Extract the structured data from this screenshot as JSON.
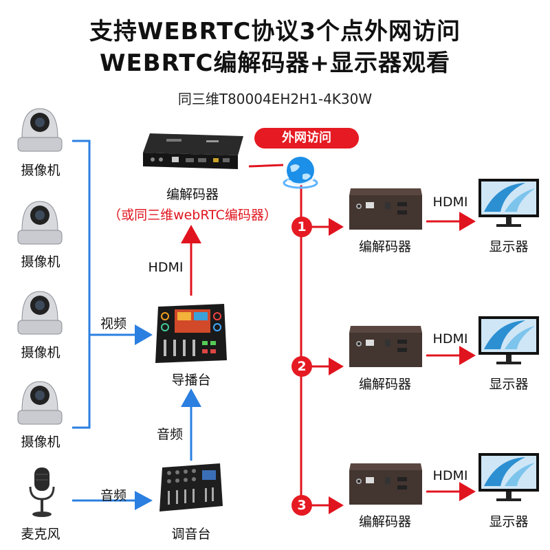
{
  "header": {
    "title_line1": "支持WEBRTC协议3个点外网访问",
    "title_line2": "WEBRTC编解码器+显示器观看",
    "model": "同三维T80004EH2H1-4K30W"
  },
  "cameras": [
    {
      "label": "摄像机"
    },
    {
      "label": "摄像机"
    },
    {
      "label": "摄像机"
    },
    {
      "label": "摄像机"
    }
  ],
  "microphone": {
    "label": "麦克风"
  },
  "links": {
    "video": "视频",
    "audio_mixer": "音频",
    "audio_switcher": "音频",
    "hdmi_up": "HDMI",
    "hdmi_out": "HDMI"
  },
  "mixer": {
    "label": "调音台"
  },
  "switcher": {
    "label": "导播台"
  },
  "encoder": {
    "label": "编解码器",
    "note": "（或同三维webRTC编码器）"
  },
  "internet": {
    "badge": "外网访问",
    "icon": "globe-icon"
  },
  "decoders": [
    {
      "number": "1",
      "label": "编解码器",
      "display_label": "显示器",
      "hdmi": "HDMI"
    },
    {
      "number": "2",
      "label": "编解码器",
      "display_label": "显示器",
      "hdmi": "HDMI"
    },
    {
      "number": "3",
      "label": "编解码器",
      "display_label": "显示器",
      "hdmi": "HDMI"
    }
  ],
  "colors": {
    "blue_line": "#2a7fe0",
    "red_line": "#e0141e",
    "device_dark": "#1b1b1b",
    "decoder_brown": "#4a3a34"
  }
}
